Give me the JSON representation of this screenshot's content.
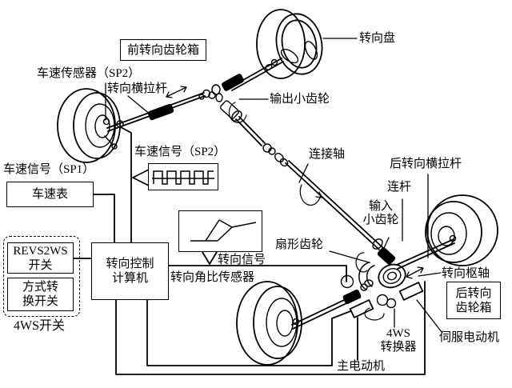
{
  "labels": {
    "front_gearbox": "前转向齿轮箱",
    "steering_wheel": "转向盘",
    "speed_sensor": "车速传感器（SP2）",
    "tie_rod": "转向横拉杆",
    "output_pinion": "输出小齿轮",
    "connecting_shaft": "连接轴",
    "speed_signal_sp2": "车速信号（SP2）",
    "speed_signal_sp1": "车速信号（SP1）",
    "speedometer": "车速表",
    "revs2ws_line1": "REVS2WS",
    "revs2ws_line2": "开关",
    "mode_switch_line1": "方式转",
    "mode_switch_line2": "换开关",
    "fourws_switch": "4WS开关",
    "computer_line1": "转向控制",
    "computer_line2": "计算机",
    "steering_signal": "转向信号",
    "angle_ratio_sensor": "转向角比传感器",
    "sector_gear": "扇形齿轮",
    "input_pinion_line1": "输入",
    "input_pinion_line2": "小齿轮",
    "rear_tie_rod": "后转向横拉杆",
    "link_rod": "连杆",
    "steering_pivot": "转向枢轴",
    "rear_gearbox_line1": "后转向",
    "rear_gearbox_line2": "齿轮箱",
    "servo_motor": "伺服电动机",
    "converter_line1": "4WS",
    "converter_line2": "转换器",
    "main_motor": "主电动机"
  },
  "colors": {
    "line": "#000000",
    "background": "#ffffff"
  }
}
